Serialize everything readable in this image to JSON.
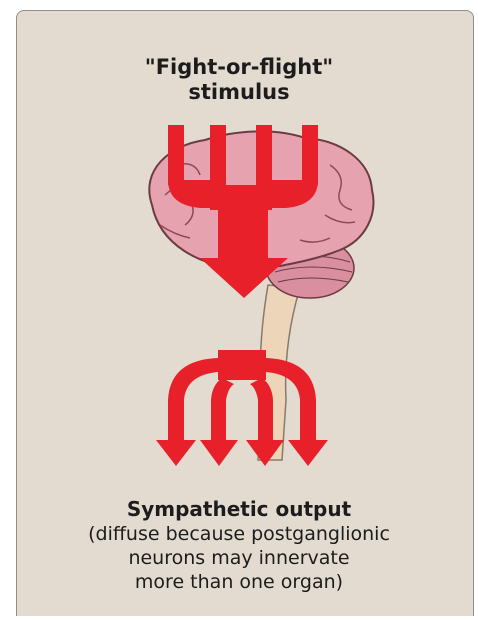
{
  "figure": {
    "stimulus_label": {
      "line1": "\"Fight-or-flight\"",
      "line2": "stimulus"
    },
    "output_label": {
      "heading": "Sympathetic output",
      "line1": "(diffuse because postganglionic",
      "line2": "neurons may innervate",
      "line3": "more than one organ)"
    },
    "colors": {
      "panel_background": "#e3dbd0",
      "arrow_red": "#e8202a",
      "brain_pink": "#e7a2b0",
      "spinal_cord": "#ecd5b8"
    },
    "icons": [
      "brain-icon",
      "cerebellum-icon",
      "spinal-cord-icon",
      "input-arrow-icon",
      "output-arrow-icon"
    ]
  }
}
